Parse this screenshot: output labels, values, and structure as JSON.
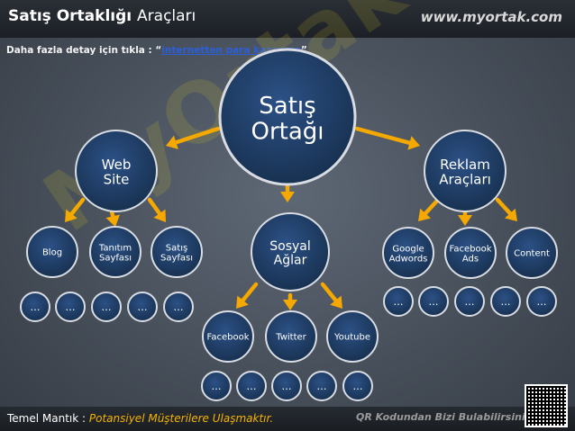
{
  "header": {
    "title_bold": "Satış Ortaklığı",
    "title_light": "Araçları",
    "site": "www.myortak.com"
  },
  "info": {
    "prefix": "Daha fazla detay için tıkla : “",
    "link_text": "internetten para kazanma",
    "suffix": "”"
  },
  "watermark": "MyOrtak Akademi",
  "colors": {
    "node_fill": "#1e3a63",
    "node_stroke": "#d9dde3",
    "arrow": "#f5a800",
    "accent_text": "#f5b400"
  },
  "diagram": {
    "center": {
      "line1": "Satış",
      "line2": "Ortağı"
    },
    "web": {
      "line1": "Web",
      "line2": "Site"
    },
    "sosyal": {
      "line1": "Sosyal",
      "line2": "Ağlar"
    },
    "reklam": {
      "line1": "Reklam",
      "line2": "Araçları"
    },
    "web_children": [
      {
        "line1": "Blog",
        "line2": ""
      },
      {
        "line1": "Tanıtım",
        "line2": "Sayfası"
      },
      {
        "line1": "Satış",
        "line2": "Sayfası"
      }
    ],
    "sosyal_children": [
      {
        "line1": "Facebook",
        "line2": ""
      },
      {
        "line1": "Twitter",
        "line2": ""
      },
      {
        "line1": "Youtube",
        "line2": ""
      }
    ],
    "reklam_children": [
      {
        "line1": "Google",
        "line2": "Adwords"
      },
      {
        "line1": "Facebook",
        "line2": "Ads"
      },
      {
        "line1": "Content",
        "line2": ""
      }
    ],
    "ellipsis": "…"
  },
  "footer": {
    "label": "Temel Mantık : ",
    "accent": "Potansiyel Müşterilere Ulaşmaktır.",
    "qr_text": "QR Kodundan Bizi Bulabilirsiniz"
  }
}
